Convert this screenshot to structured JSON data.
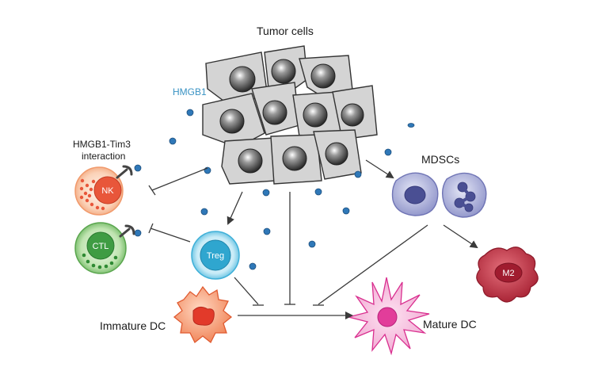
{
  "labels": {
    "tumor_cells": "Tumor cells",
    "hmgb1": "HMGB1",
    "tim3_line1": "HMGB1-Tim3",
    "tim3_line2": "interaction",
    "mdscs": "MDSCs",
    "immature_dc": "Immature DC",
    "mature_dc": "Mature DC"
  },
  "cells": {
    "nk": "NK",
    "ctl": "CTL",
    "treg": "Treg",
    "m2": "M2"
  },
  "colors": {
    "tumor_fill": "#d4d4d4",
    "hmgb1_dot": "#2f78b8",
    "hmgb1_label": "#3a93c4",
    "nk": "#e8563a",
    "ctl": "#3f9c43",
    "treg": "#2fa6cf",
    "mdsc": "#8b8fc6",
    "m2": "#b5283a",
    "immature_dc": "#e8552f",
    "mature_dc": "#e23d9a"
  }
}
